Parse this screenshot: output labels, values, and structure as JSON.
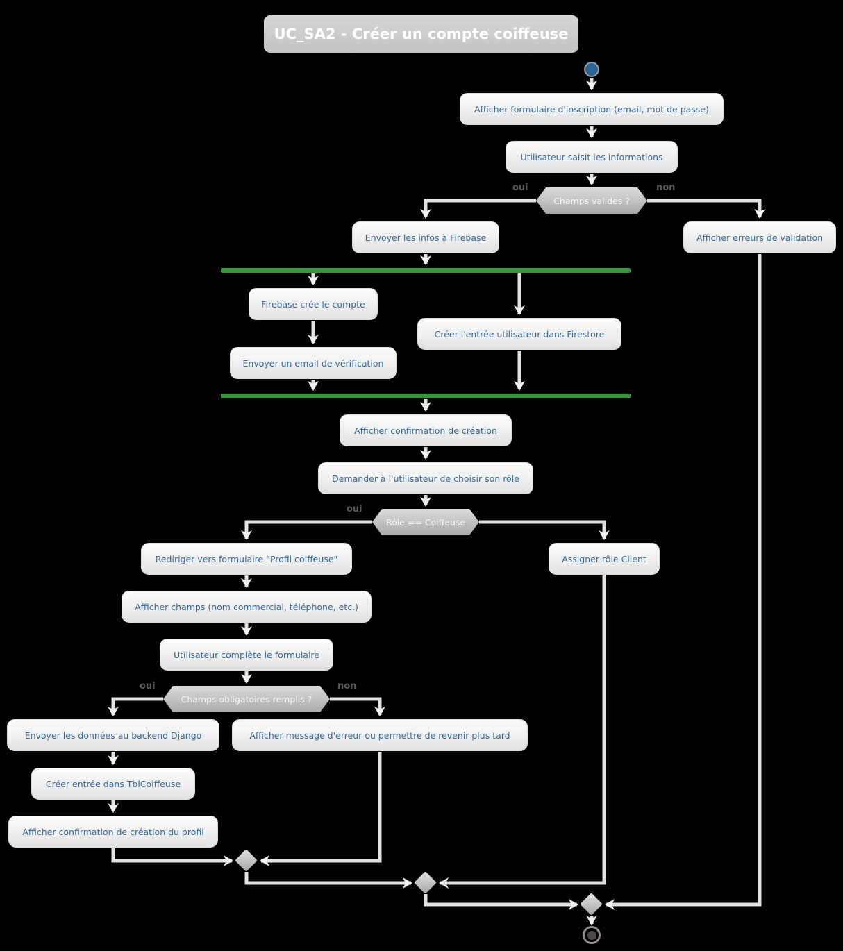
{
  "title": "UC_SA2 - Créer un compte coiffeuse",
  "nodes": {
    "b1": "Afficher formulaire d'inscription (email, mot de passe)",
    "b2": "Utilisateur saisit les informations",
    "b3": "Envoyer les infos à Firebase",
    "b4": "Afficher erreurs de validation",
    "b5": "Firebase crée le compte",
    "b6": "Créer l'entrée utilisateur dans Firestore",
    "b7": "Envoyer un email de vérification",
    "b8": "Afficher confirmation de création",
    "b9": "Demander à l'utilisateur de choisir son rôle",
    "b10": "Rediriger vers formulaire \"Profil coiffeuse\"",
    "b11": "Assigner rôle Client",
    "b12": "Afficher champs (nom commercial, téléphone, etc.)",
    "b13": "Utilisateur complète le formulaire",
    "b14": "Envoyer les données au backend Django",
    "b15": "Créer entrée dans TblCoiffeuse",
    "b16": "Afficher confirmation de création du profil",
    "b17": "Afficher message d'erreur ou permettre de revenir plus tard"
  },
  "decisions": {
    "d1": "Champs valides ?",
    "d2": "Rôle == Coiffeuse",
    "d3": "Champs obligatoires remplis ?"
  },
  "edge_labels": {
    "d1_yes": "oui",
    "d1_no": "non",
    "d2_yes": "oui",
    "d3_yes": "oui",
    "d3_no": "non"
  },
  "colors": {
    "background": "#000000",
    "activity_text": "#35689b",
    "decision_text": "#f7f7f7",
    "fork_join_bar": "#38943a",
    "start_node": "#2e6495",
    "connector": "#e2e2e2"
  }
}
